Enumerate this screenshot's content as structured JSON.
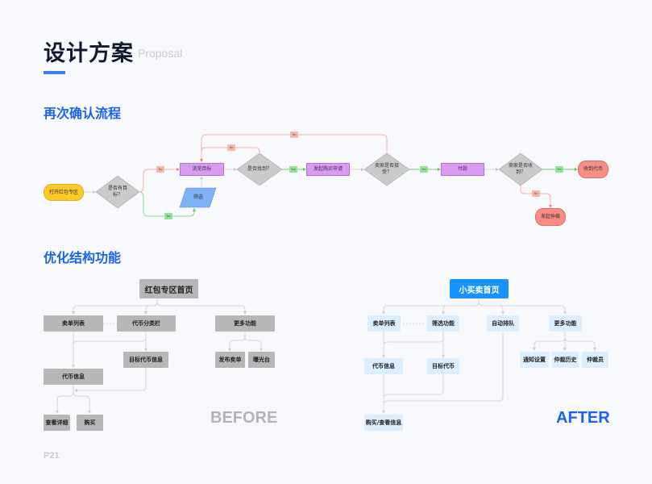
{
  "header": {
    "title": "设计方案",
    "subtitle": "Proposal",
    "accent_color": "#3f7ef0"
  },
  "sections": {
    "flow_title": "再次确认流程",
    "structure_title": "优化结构功能"
  },
  "flowchart": {
    "nodes": {
      "start": "打开红包专区",
      "has_target": "是否有目标？",
      "browse": "浏览目标",
      "filter": "筛选",
      "found": "是否找到？",
      "request": "发起购买申请",
      "seller_accept": "卖家是否接受？",
      "pay": "付款",
      "seller_received": "卖家是否收到？",
      "receive_token": "收到代币",
      "arbitration": "发起仲裁"
    },
    "labels": {
      "yes": "Yes",
      "no": "No"
    },
    "colors": {
      "start": "#fcc92a",
      "decision": "#cccbcb",
      "process": "#d89cf5",
      "input": "#7fb1f7",
      "end": "#f98d85",
      "yes_line": "#84d98a",
      "no_line": "#f5a9a0"
    }
  },
  "before": {
    "label": "BEFORE",
    "root": "红包专区首页",
    "level1": [
      "卖单列表",
      "代币分类栏",
      "更多功能"
    ],
    "target_info": "目标代币信息",
    "token_info": "代币信息",
    "more_children": [
      "发布卖单",
      "曝光台"
    ],
    "leaf": [
      "查看详细",
      "购买"
    ],
    "label_color": "#b3b3b3"
  },
  "after": {
    "label": "AFTER",
    "root": "小买卖首页",
    "level1": [
      "卖单列表",
      "筛选功能",
      "自动排队",
      "更多功能"
    ],
    "token_info": "代币信息",
    "target_token": "目标代币",
    "more_children": [
      "通知设置",
      "仲裁历史",
      "仲裁员"
    ],
    "leaf": "购买/查看信息",
    "root_color": "#1893fb",
    "label_color": "#1b63ee"
  },
  "footer": {
    "page": "P21"
  }
}
